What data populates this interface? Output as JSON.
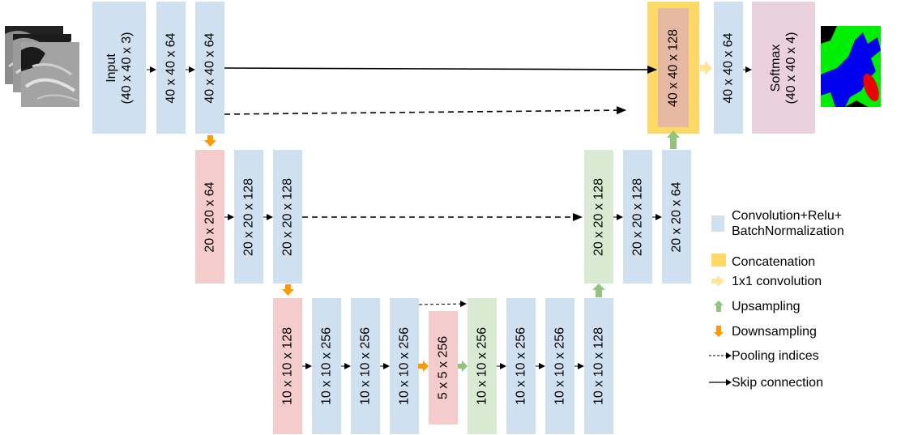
{
  "blocks": {
    "input_line1": "Input",
    "input_line2": "(40 x 40 x 3)",
    "enc1_a": "40 x 40 x 64",
    "enc1_b": "40 x 40 x 64",
    "enc2_down": "20 x 20 x 64",
    "enc2_a": "20 x 20 x 128",
    "enc2_b": "20 x 20 x 128",
    "enc3_down": "10 x 10 x 128",
    "enc3_a": "10 x 10 x 256",
    "enc3_b": "10 x 10 x 256",
    "enc3_c": "10 x 10 x 256",
    "bottleneck": "5 x 5 x 256",
    "dec3_up": "10 x 10 x 256",
    "dec3_a": "10 x 10 x 256",
    "dec3_b": "10 x 10 x 256",
    "dec3_c": "10 x 10 x 128",
    "dec2_up": "20 x 20 x 128",
    "dec2_a": "20 x 20 x 128",
    "dec2_b": "20 x 20 x 64",
    "dec1_concat": "40 x 40 x 128",
    "dec1_a": "40 x 40 x 64",
    "softmax_line1": "Softmax",
    "softmax_line2": "(40 x 40 x 4)"
  },
  "legend": {
    "conv_line1": "Convolution+Relu+",
    "conv_line2": "BatchNormalization",
    "concat": "Concatenation",
    "conv1x1": "1x1 convolution",
    "upsampling": "Upsampling",
    "downsampling": "Downsampling",
    "pooling": "Pooling indices",
    "skip": "Skip connection"
  },
  "colors": {
    "conv": "#cfe0f1",
    "downsample_block": "#f4cccc",
    "upsample_block": "#d9ead3",
    "softmax": "#ead1dc",
    "concat": "#ffd966",
    "conv1x1_arrow": "#ffe599",
    "upsampling_arrow": "#93c47d",
    "downsampling_arrow": "#ff9900"
  }
}
